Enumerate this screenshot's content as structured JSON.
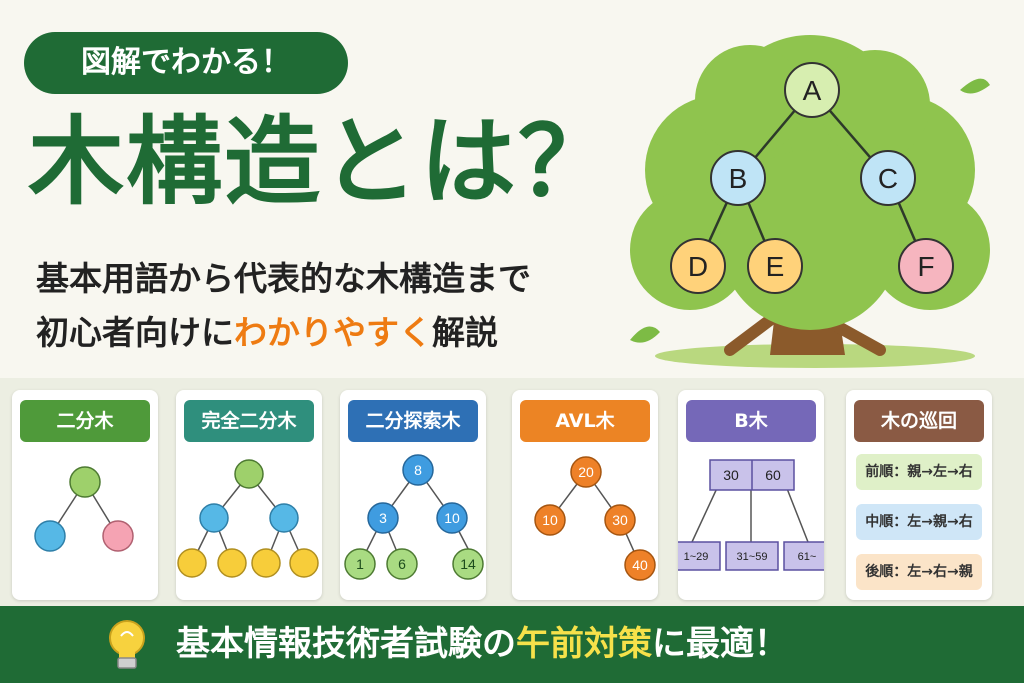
{
  "hero": {
    "badge": "図解でわかる！",
    "title": "木構造とは？",
    "subtitle_line1": "基本用語から代表的な木構造まで",
    "subtitle_line2_prefix": "初心者向けに",
    "subtitle_line2_accent": "わかりやすく",
    "subtitle_line2_suffix": "解説",
    "tree_nodes": [
      "A",
      "B",
      "C",
      "D",
      "E",
      "F"
    ]
  },
  "cards": [
    {
      "title": "二分木",
      "color": "#4f9a3a"
    },
    {
      "title": "完全二分木",
      "color": "#2f8f7d"
    },
    {
      "title": "二分探索木",
      "color": "#2e70b5",
      "nodes": [
        "8",
        "3",
        "10",
        "1",
        "6",
        "14"
      ]
    },
    {
      "title": "AVL木",
      "color": "#ec8424",
      "nodes": [
        "20",
        "10",
        "30",
        "40"
      ]
    },
    {
      "title": "B木",
      "color": "#7568b8",
      "keys": [
        "30",
        "60"
      ],
      "children": [
        "1~29",
        "31~59",
        "61~"
      ]
    },
    {
      "title": "木の巡回",
      "color": "#8a5a44",
      "traversals": [
        "前順：親→左→右",
        "中順：左→親→右",
        "後順：左→右→親"
      ]
    }
  ],
  "footer": {
    "prefix": "基本情報技術者試験の",
    "highlight": "午前対策",
    "suffix": "に最適！"
  },
  "colors": {
    "dark_green": "#1f6b35",
    "accent_orange": "#ee7b12",
    "footer_highlight": "#f6e14a"
  }
}
